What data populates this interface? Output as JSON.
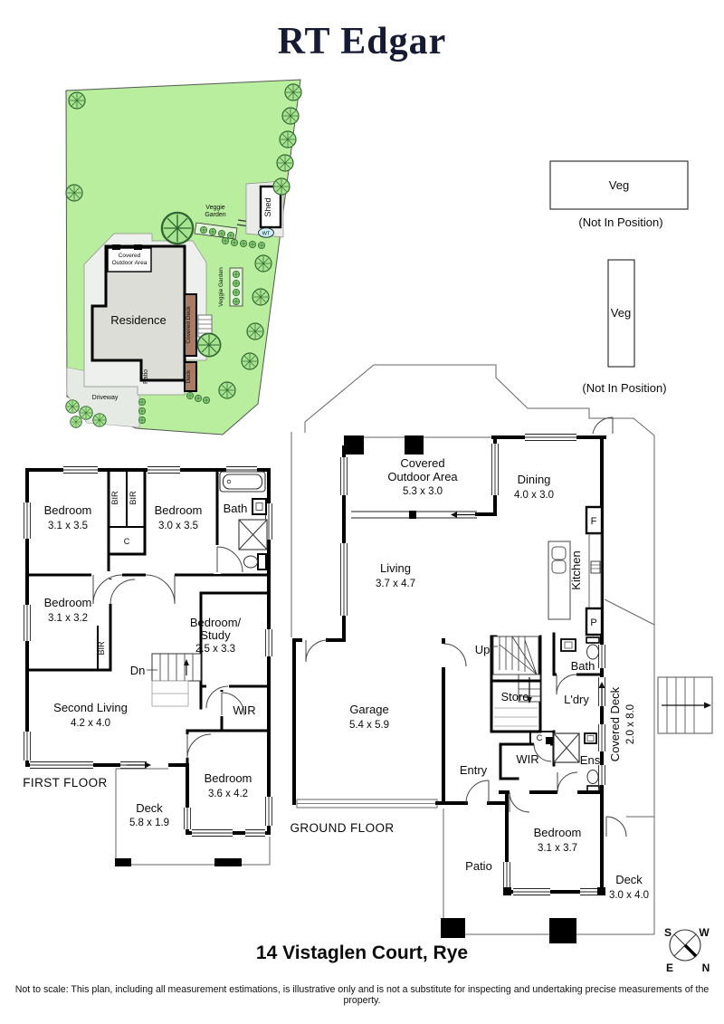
{
  "header": {
    "brand": "RT Edgar"
  },
  "site_plan": {
    "residence_label": "Residence",
    "covered_outdoor_line1": "Covered",
    "covered_outdoor_line2": "Outdoor Area",
    "covered_deck_label": "Covered Deck",
    "deck_label": "Deck",
    "patio_label": "Patio",
    "driveway_label": "Driveway",
    "veggie_garden_line1": "Veggie",
    "veggie_garden_line2": "Garden",
    "veggie_garden_side_label": "Veggie Garden",
    "shed_label": "Shed",
    "water_tank_label": "WT"
  },
  "veg_boxes": {
    "horizontal": {
      "label": "Veg",
      "note": "(Not In Position)"
    },
    "vertical": {
      "label": "Veg",
      "note": "(Not In Position)"
    }
  },
  "first_floor": {
    "title": "FIRST FLOOR",
    "bedroom1": {
      "name": "Bedroom",
      "size": "3.1 x 3.5"
    },
    "bedroom2": {
      "name": "Bedroom",
      "size": "3.0 x 3.5"
    },
    "bedroom3": {
      "name": "Bedroom",
      "size": "3.1 x 3.2"
    },
    "bedroom4": {
      "name": "Bedroom",
      "size": "3.6 x 4.2"
    },
    "bedroom_study": {
      "line1": "Bedroom/",
      "line2": "Study",
      "size": "2.5 x 3.3"
    },
    "second_living": {
      "name": "Second Living",
      "size": "4.2 x 4.0"
    },
    "bath": "Bath",
    "wir": "WIR",
    "deck": {
      "name": "Deck",
      "size": "5.8 x 1.9"
    },
    "bir": "BIR",
    "closet": "C",
    "stairs_down": "Dn"
  },
  "ground_floor": {
    "title": "GROUND FLOOR",
    "covered_outdoor": {
      "line1": "Covered",
      "line2": "Outdoor Area",
      "size": "5.3 x 3.0"
    },
    "dining": {
      "name": "Dining",
      "size": "4.0 x 3.0"
    },
    "living": {
      "name": "Living",
      "size": "3.7 x 4.7"
    },
    "kitchen": "Kitchen",
    "fridge": "F",
    "pantry": "P",
    "garage": {
      "name": "Garage",
      "size": "5.4 x 5.9"
    },
    "entry": "Entry",
    "stairs_up": "Up",
    "store": "Store",
    "bath": "Bath",
    "laundry": "L'dry",
    "wir": "WIR",
    "closet": "C",
    "ensuite": "Ens",
    "covered_deck": {
      "name": "Covered Deck",
      "size": "2.0 x 8.0"
    },
    "bedroom": {
      "name": "Bedroom",
      "size": "3.1 x 3.7"
    },
    "patio": "Patio",
    "deck": {
      "name": "Deck",
      "size": "3.0 x 4.0"
    }
  },
  "compass": {
    "north": "N",
    "south": "S",
    "east": "E",
    "west": "W"
  },
  "footer": {
    "address": "14 Vistaglen Court, Rye",
    "disclaimer": "Not to scale: This plan, including all measurement estimations, is illustrative only and is not a substitute for inspecting and undertaking precise measurements of the property."
  },
  "colors": {
    "brand_navy": "#161b33",
    "site_green": "#b9ee9f",
    "tree_green": "#2e662f",
    "deck_brown": "#aa7b64",
    "water_tank_blue": "#c9eef7"
  }
}
